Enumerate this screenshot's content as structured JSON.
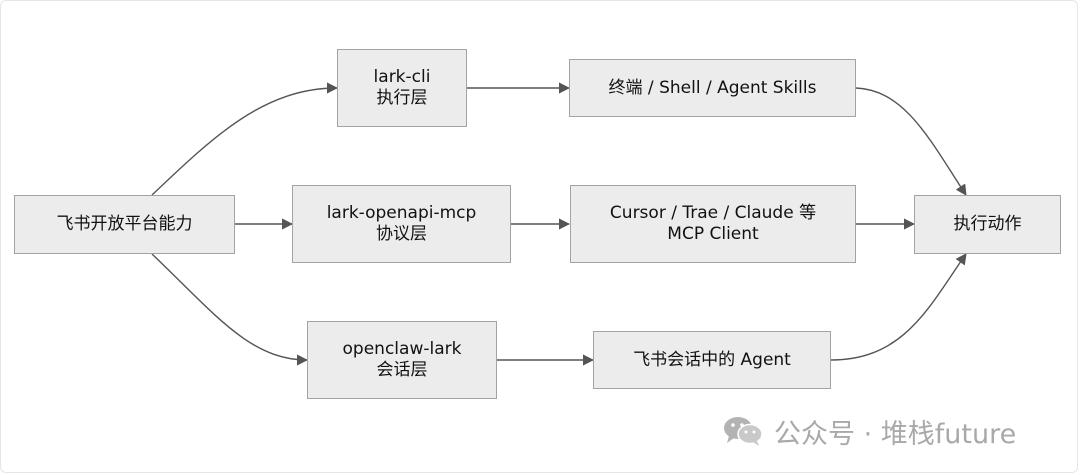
{
  "nodes": {
    "source": {
      "lines": [
        "飞书开放平台能力"
      ]
    },
    "lark_cli": {
      "lines": [
        "lark-cli",
        "执行层"
      ]
    },
    "lark_openapi_mcp": {
      "lines": [
        "lark-openapi-mcp",
        "协议层"
      ]
    },
    "openclaw_lark": {
      "lines": [
        "openclaw-lark",
        "会话层"
      ]
    },
    "terminal": {
      "lines": [
        "终端 / Shell / Agent Skills"
      ]
    },
    "mcp_client": {
      "lines": [
        "Cursor / Trae / Claude 等",
        "MCP Client"
      ]
    },
    "feishu_agent": {
      "lines": [
        "飞书会话中的 Agent"
      ]
    },
    "action": {
      "lines": [
        "执行动作"
      ]
    }
  },
  "edges": [
    [
      "source",
      "lark_cli"
    ],
    [
      "source",
      "lark_openapi_mcp"
    ],
    [
      "source",
      "openclaw_lark"
    ],
    [
      "lark_cli",
      "terminal"
    ],
    [
      "lark_openapi_mcp",
      "mcp_client"
    ],
    [
      "openclaw_lark",
      "feishu_agent"
    ],
    [
      "terminal",
      "action"
    ],
    [
      "mcp_client",
      "action"
    ],
    [
      "feishu_agent",
      "action"
    ]
  ],
  "watermark": {
    "text": "公众号 · 堆栈future",
    "icon": "wechat-icon"
  },
  "colors": {
    "node_fill": "#ececec",
    "node_border": "#a3a3a3",
    "edge": "#555555",
    "watermark": "#a9a9a9"
  }
}
